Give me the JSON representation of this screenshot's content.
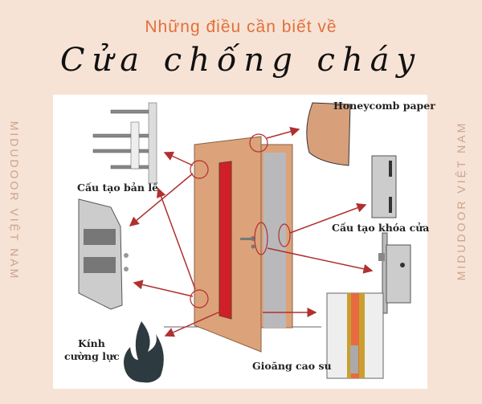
{
  "header": {
    "subtitle": "Những điều cần biết về",
    "title": "Cửa chống cháy"
  },
  "side_text": {
    "left": "MIDUDOOR VIỆT NAM",
    "right": "MIDUDOOR VIỆT NAM"
  },
  "labels": {
    "honeycomb": "Honeycomb paper",
    "hinge": "Cấu tạo bản lề",
    "lock": "Cấu tạo khóa cửa",
    "glass_line1": "Kính",
    "glass_line2": "cường lực",
    "gasket": "Gioăng cao su"
  },
  "colors": {
    "background": "#f7e3d6",
    "accent": "#e0703a",
    "arrow": "#b03030",
    "door": "#dca27a"
  }
}
